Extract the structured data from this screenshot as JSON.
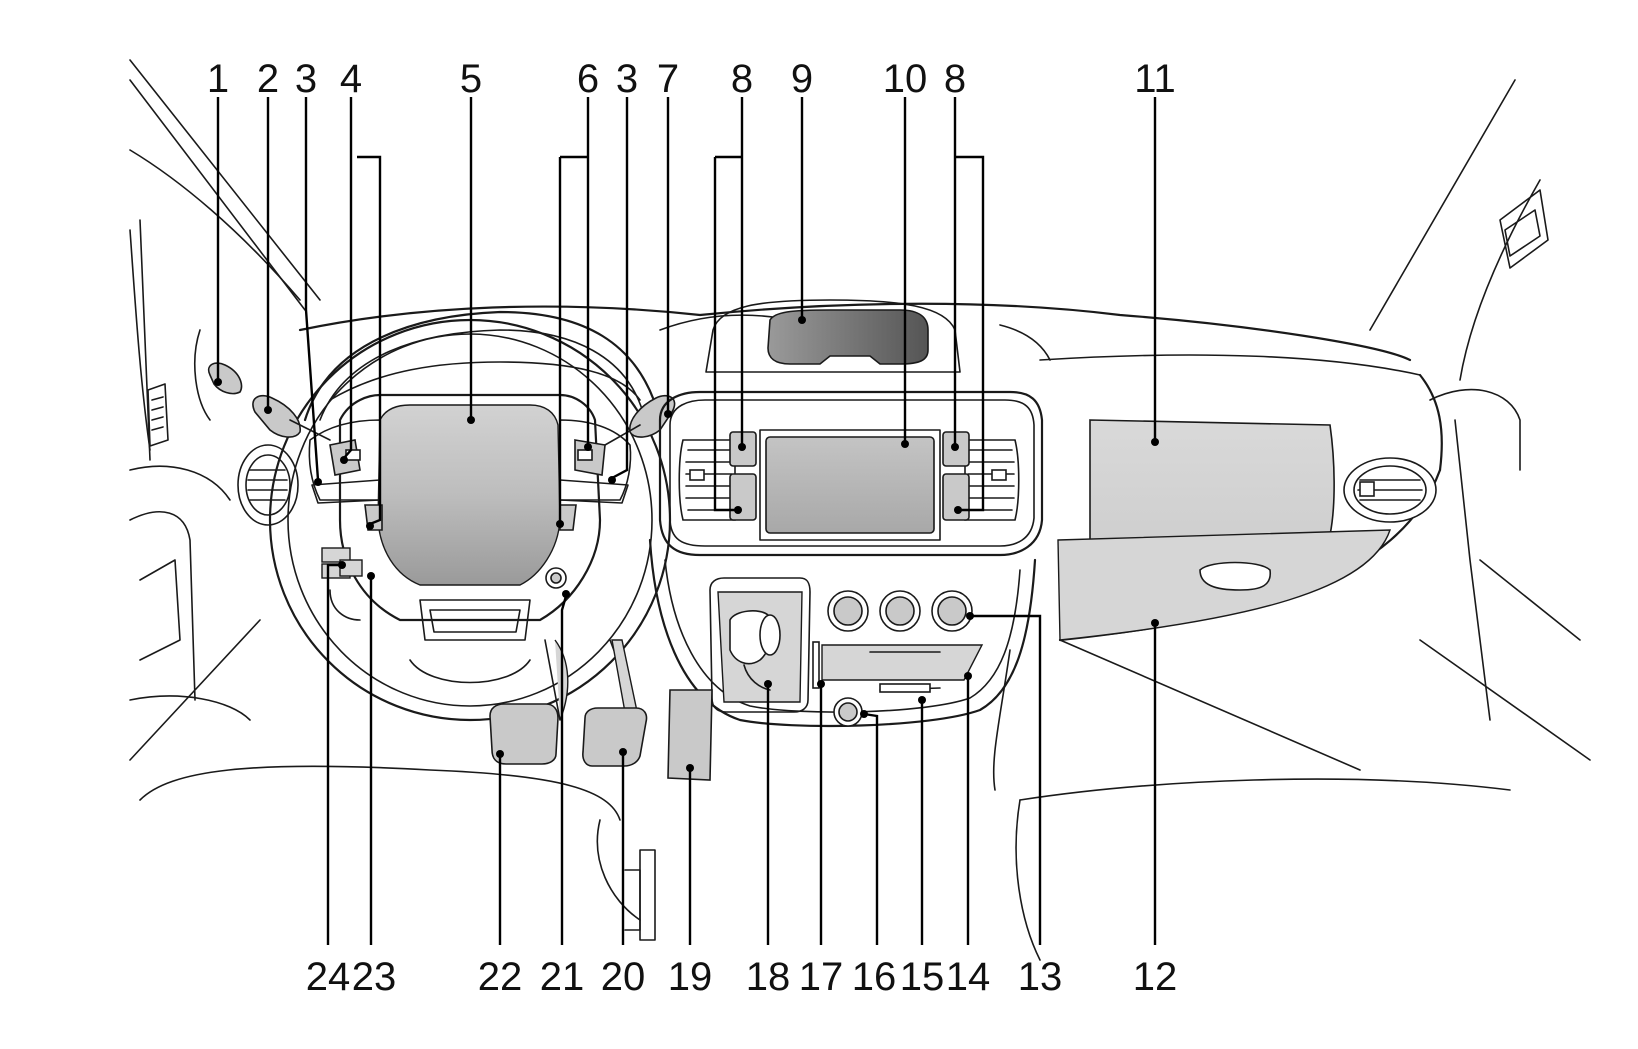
{
  "colors": {
    "line": "#1a1a1a",
    "highlight_gray": "#c9c9c9",
    "background": "#ffffff"
  },
  "callouts_top": [
    "1",
    "2",
    "3",
    "4",
    "5",
    "6",
    "3",
    "7",
    "8",
    "9",
    "10",
    "8",
    "11"
  ],
  "callouts_bottom": [
    "24",
    "23",
    "22",
    "21",
    "20",
    "19",
    "18",
    "17",
    "16",
    "15",
    "14",
    "13",
    "12"
  ]
}
